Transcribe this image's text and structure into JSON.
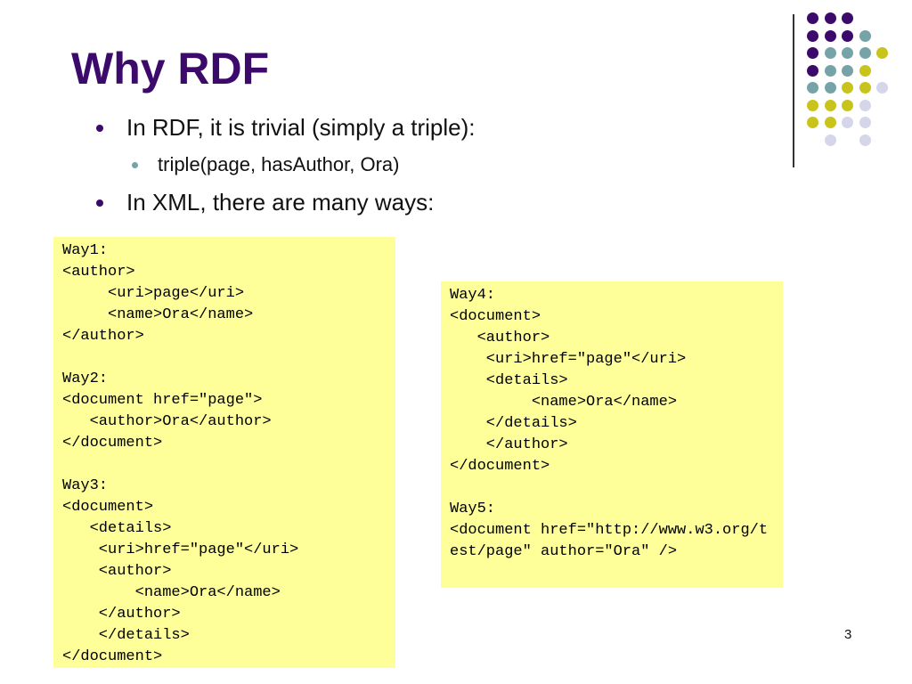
{
  "slide": {
    "title": "Why RDF",
    "bullets": [
      "In RDF, it is trivial (simply a triple):",
      "triple(page, hasAuthor, Ora)",
      "In XML, there are many ways:"
    ],
    "box1_lines": [
      "Way1:",
      "<author>",
      "     <uri>page</uri>",
      "     <name>Ora</name>",
      "</author>",
      "",
      "Way2:",
      "<document href=\"page\">",
      "   <author>Ora</author>",
      "</document>",
      "",
      "Way3:",
      "<document>",
      "   <details>",
      "    <uri>href=\"page\"</uri>",
      "    <author>",
      "        <name>Ora</name>",
      "    </author>",
      "    </details>",
      "</document>"
    ],
    "box2_lines": [
      "Way4:",
      "<document>",
      "   <author>",
      "    <uri>href=\"page\"</uri>",
      "    <details>",
      "         <name>Ora</name>",
      "    </details>",
      "    </author>",
      "</document>",
      "",
      "Way5:",
      "<document href=\"http://www.w3.org/test/page\" author=\"Ora\" />"
    ],
    "page_number": "3"
  },
  "colors": {
    "purple": "#3b0a6b",
    "teal": "#76a3a8",
    "yellow_green": "#c9c41c",
    "lavender": "#d6d6ea",
    "code_bg": "#ffff99"
  },
  "decor_dots": {
    "row_colors": [
      [
        "purple",
        "purple",
        "purple",
        null,
        null
      ],
      [
        "purple",
        "purple",
        "purple",
        "teal",
        null
      ],
      [
        "purple",
        "teal",
        "teal",
        "teal",
        "yellow_green"
      ],
      [
        "purple",
        "teal",
        "teal",
        "yellow_green",
        null
      ],
      [
        "teal",
        "teal",
        "yellow_green",
        "yellow_green",
        "lavender"
      ],
      [
        "yellow_green",
        "yellow_green",
        "yellow_green",
        "lavender",
        null
      ],
      [
        "yellow_green",
        "yellow_green",
        "lavender",
        "lavender",
        null
      ],
      [
        null,
        "lavender",
        null,
        "lavender",
        null
      ]
    ]
  }
}
